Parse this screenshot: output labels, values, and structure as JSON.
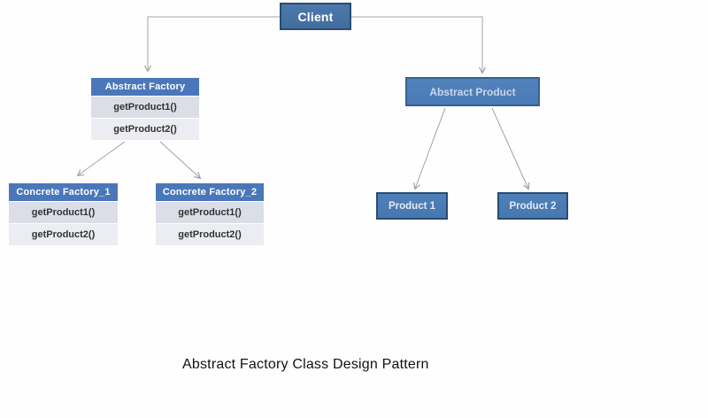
{
  "diagram": {
    "caption": "Abstract Factory Class Design Pattern",
    "colors": {
      "node_blue": "#4a77b9",
      "node_border_navy": "#2b4b70",
      "abstract_product_text": "#c9d7ea",
      "method_row_dark": "#dbdee7",
      "method_row_light": "#ebedf2",
      "connector_gray": "#9aa2ac"
    },
    "nodes": {
      "client": {
        "label": "Client"
      },
      "abstract_factory": {
        "title": "Abstract Factory",
        "methods": [
          "getProduct1()",
          "getProduct2()"
        ]
      },
      "concrete_factory_1": {
        "title": "Concrete Factory_1",
        "methods": [
          "getProduct1()",
          "getProduct2()"
        ]
      },
      "concrete_factory_2": {
        "title": "Concrete Factory_2",
        "methods": [
          "getProduct1()",
          "getProduct2()"
        ]
      },
      "abstract_product": {
        "label": "Abstract Product"
      },
      "product_1": {
        "label": "Product 1"
      },
      "product_2": {
        "label": "Product 2"
      }
    }
  }
}
